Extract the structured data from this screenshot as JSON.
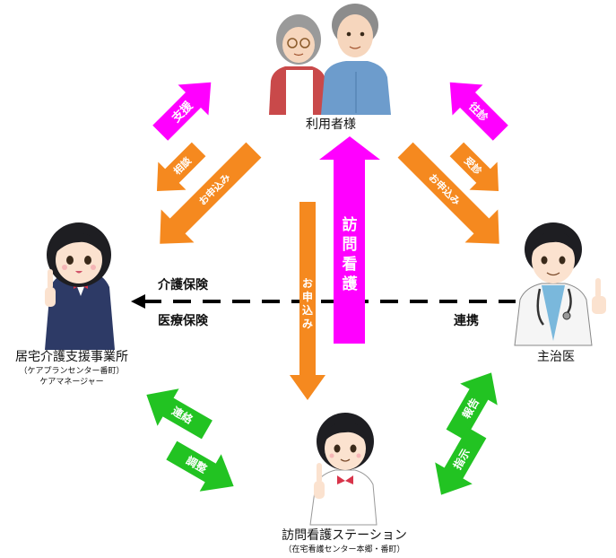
{
  "colors": {
    "magenta": "#ff00ff",
    "orange": "#f5891f",
    "green": "#22c322",
    "dashed_line": "#000000"
  },
  "nodes": {
    "user": {
      "label": "利用者様"
    },
    "care_manager": {
      "label": "居宅介護支援事業所",
      "sub1": "（ケアプランセンター番町）",
      "sub2": "ケアマネージャー"
    },
    "doctor": {
      "label": "主治医"
    },
    "nursing_station": {
      "label": "訪問看護ステーション",
      "sub1": "（在宅看護センター本郷・番町）"
    }
  },
  "arrows": {
    "support": "支援",
    "consult": "相談",
    "apply_left": "お申込み",
    "house_call": "往診",
    "visit": "受診",
    "apply_right": "お申込み",
    "visit_nursing": "訪問看護",
    "apply_center": "お申込み",
    "contact": "連絡",
    "adjust": "調整",
    "report": "報告",
    "instruct": "指示"
  },
  "links": {
    "care_insurance": "介護保険",
    "medical_insurance": "医療保険",
    "cooperation": "連携"
  }
}
